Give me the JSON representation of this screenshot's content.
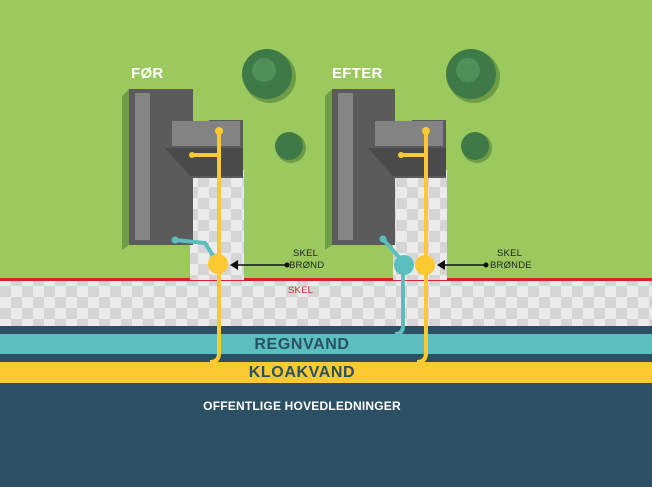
{
  "panels": {
    "before": {
      "heading": "FØR",
      "callout": [
        "SKEL",
        "BRØND"
      ]
    },
    "after": {
      "heading": "EFTER",
      "callout": [
        "SKEL",
        "BRØNDE"
      ]
    }
  },
  "property_line_label": "SKEL",
  "bands": {
    "rainwater": "REGNVAND",
    "sewage": "KLOAKVAND"
  },
  "footer": "OFFENTLIGE HOVEDLEDNINGER",
  "colors": {
    "grass": "#9bc95e",
    "sidewalk_light": "#e9e9e9",
    "sidewalk_dark": "#d7d7d7",
    "property_line": "#d8232a",
    "rainwater": "#5bbfbf",
    "sewage": "#fcc932",
    "main_lines_bg": "#2b5064",
    "roof_dark": "#5b5b5b",
    "roof_light": "#838383",
    "tree": "#3d7a47"
  }
}
